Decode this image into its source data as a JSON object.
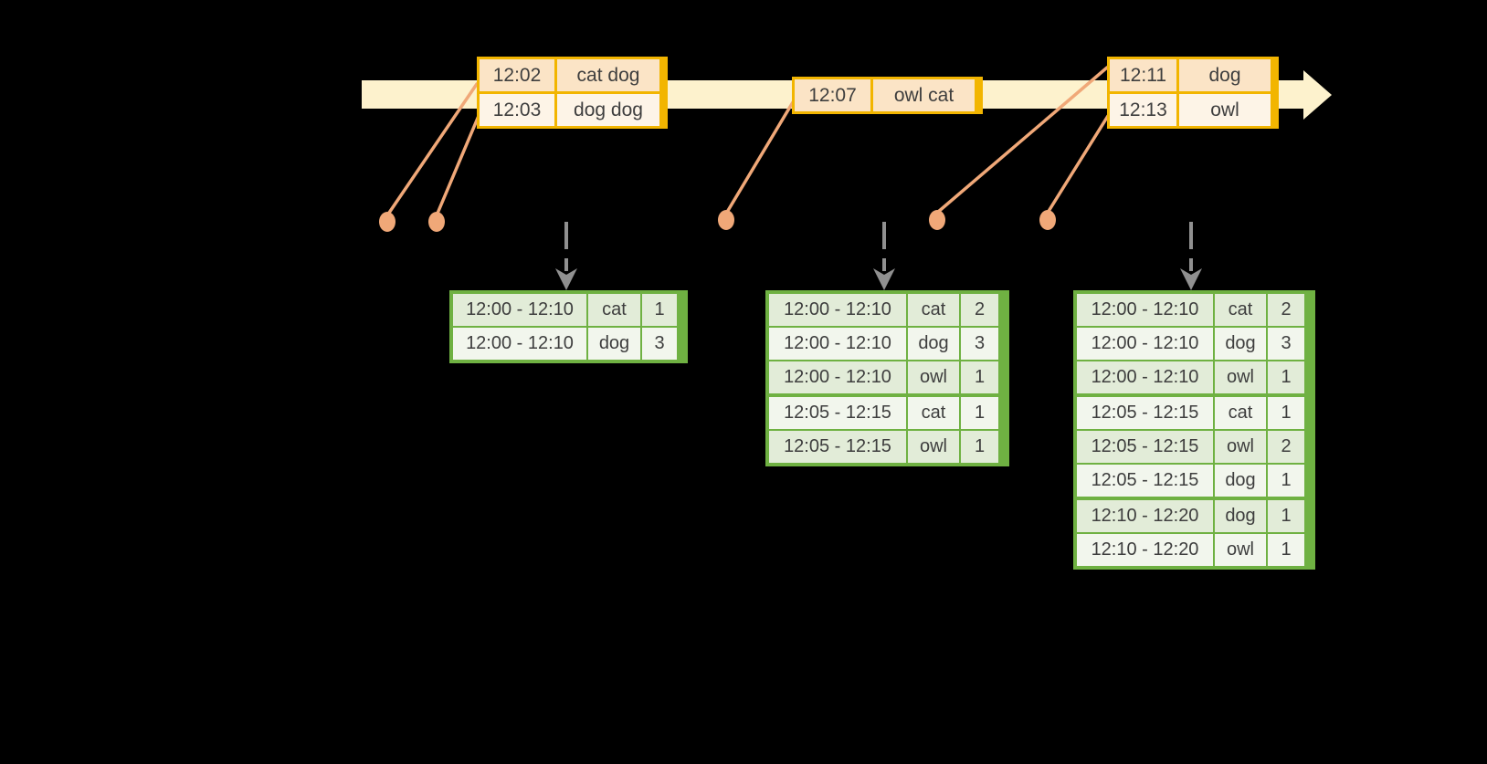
{
  "colors": {
    "background": "#000000",
    "timeline_band": "#fdf2cd",
    "event_table_border": "#f2b500",
    "event_row_dark": "#fbe4c6",
    "event_row_light": "#fdf4e7",
    "connector_orange": "#f0a878",
    "result_table_border": "#6fb142",
    "result_row_dark": "#e2ecd8",
    "result_row_light": "#f2f6ed",
    "trigger_arrow_gray": "#909090",
    "text": "#3e3e3e"
  },
  "event_tables": [
    {
      "rows": [
        {
          "time": "12:02",
          "words": "cat dog"
        },
        {
          "time": "12:03",
          "words": "dog dog"
        }
      ]
    },
    {
      "rows": [
        {
          "time": "12:07",
          "words": "owl cat"
        }
      ]
    },
    {
      "rows": [
        {
          "time": "12:11",
          "words": "dog"
        },
        {
          "time": "12:13",
          "words": "owl"
        }
      ]
    }
  ],
  "result_tables": [
    {
      "rows": [
        {
          "window": "12:00 - 12:10",
          "word": "cat",
          "count": "1"
        },
        {
          "window": "12:00 - 12:10",
          "word": "dog",
          "count": "3"
        }
      ]
    },
    {
      "rows": [
        {
          "window": "12:00 - 12:10",
          "word": "cat",
          "count": "2"
        },
        {
          "window": "12:00 - 12:10",
          "word": "dog",
          "count": "3"
        },
        {
          "window": "12:00 - 12:10",
          "word": "owl",
          "count": "1"
        },
        {
          "window": "12:05 - 12:15",
          "word": "cat",
          "count": "1"
        },
        {
          "window": "12:05 - 12:15",
          "word": "owl",
          "count": "1"
        }
      ]
    },
    {
      "rows": [
        {
          "window": "12:00 - 12:10",
          "word": "cat",
          "count": "2"
        },
        {
          "window": "12:00 - 12:10",
          "word": "dog",
          "count": "3"
        },
        {
          "window": "12:00 - 12:10",
          "word": "owl",
          "count": "1"
        },
        {
          "window": "12:05 - 12:15",
          "word": "cat",
          "count": "1"
        },
        {
          "window": "12:05 - 12:15",
          "word": "owl",
          "count": "2"
        },
        {
          "window": "12:05 - 12:15",
          "word": "dog",
          "count": "1"
        },
        {
          "window": "12:10 - 12:20",
          "word": "dog",
          "count": "1"
        },
        {
          "window": "12:10 - 12:20",
          "word": "owl",
          "count": "1"
        }
      ]
    }
  ]
}
